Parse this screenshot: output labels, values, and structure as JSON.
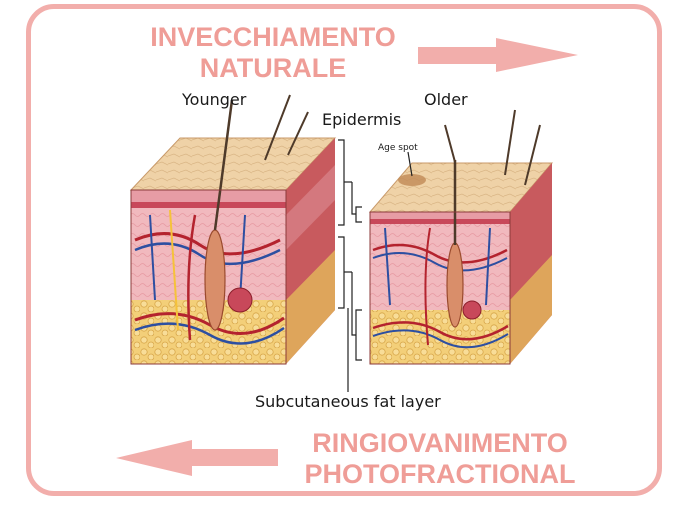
{
  "headings": {
    "top": "INVECCHIAMENTO\nNATURALE",
    "bottom": "RINGIOVANIMENTO\nPHOTOFRACTIONAL"
  },
  "labels": {
    "younger": "Younger",
    "older": "Older",
    "epidermis": "Epidermis",
    "age_spot": "Age spot",
    "subcutaneous": "Subcutaneous fat layer"
  },
  "colors": {
    "accent": "#f2aeab",
    "heading_text": "#ef9d97"
  }
}
